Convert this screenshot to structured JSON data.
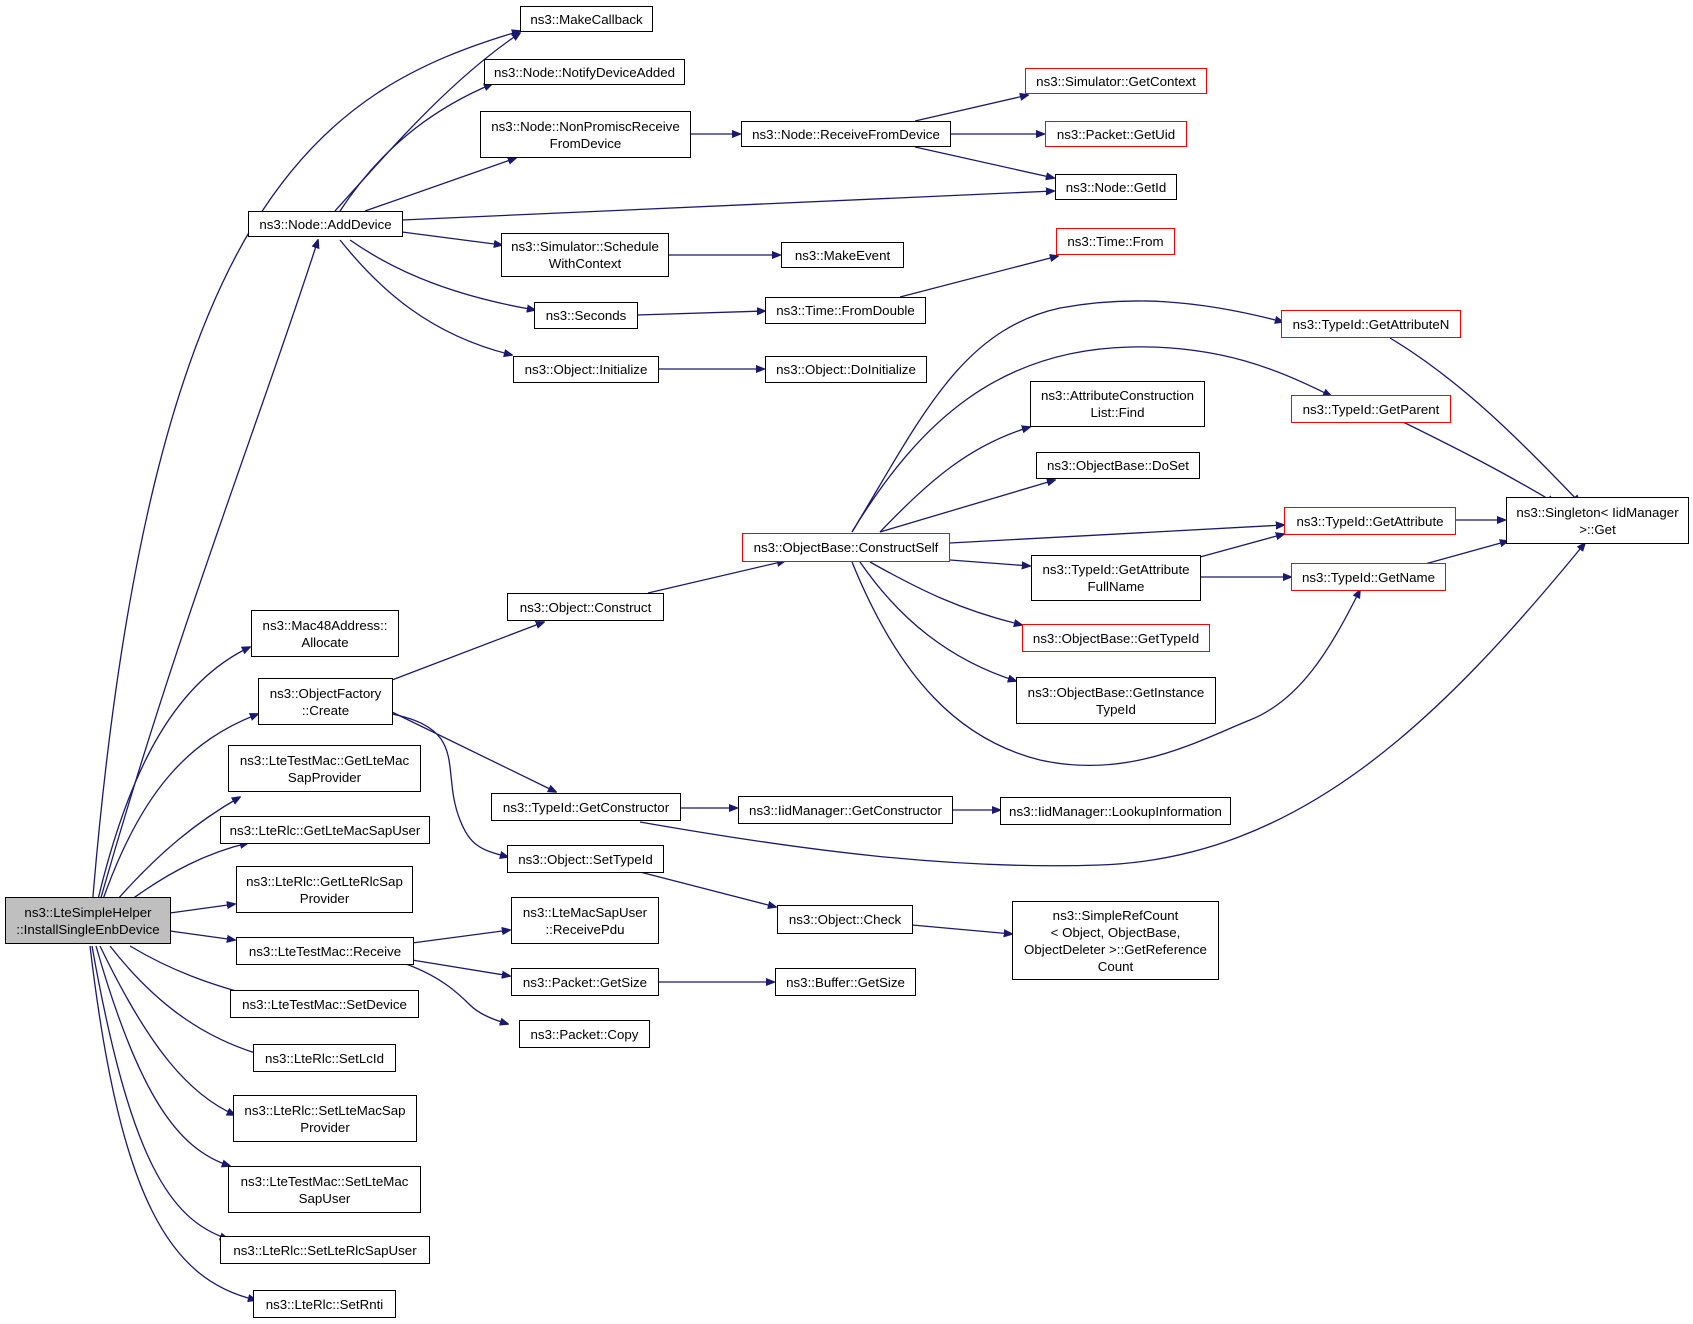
{
  "colors": {
    "edge": "#191970",
    "node_border": "#000000",
    "external_node_border": "#ff0000",
    "root_fill": "#bfbfbf",
    "node_fill": "#ffffff"
  },
  "nodes": {
    "root": "ns3::LteSimpleHelper\n::InstallSingleEnbDevice",
    "make_callback": "ns3::MakeCallback",
    "node_notify": "ns3::Node::NotifyDeviceAdded",
    "node_nonpromisc": "ns3::Node::NonPromiscReceive\nFromDevice",
    "node_receive": "ns3::Node::ReceiveFromDevice",
    "sim_getcontext": "ns3::Simulator::GetContext",
    "packet_getuid": "ns3::Packet::GetUid",
    "node_getid": "ns3::Node::GetId",
    "node_adddevice": "ns3::Node::AddDevice",
    "sim_schedule": "ns3::Simulator::Schedule\nWithContext",
    "make_event": "ns3::MakeEvent",
    "time_from": "ns3::Time::From",
    "seconds": "ns3::Seconds",
    "time_fromdouble": "ns3::Time::FromDouble",
    "obj_initialize": "ns3::Object::Initialize",
    "obj_doinitialize": "ns3::Object::DoInitialize",
    "typeid_getattrn": "ns3::TypeId::GetAttributeN",
    "typeid_getparent": "ns3::TypeId::GetParent",
    "attr_find": "ns3::AttributeConstruction\nList::Find",
    "ob_doset": "ns3::ObjectBase::DoSet",
    "typeid_getattr": "ns3::TypeId::GetAttribute",
    "singleton_get": "ns3::Singleton< IidManager\n>::Get",
    "ob_constructself": "ns3::ObjectBase::ConstructSelf",
    "typeid_getattrfull": "ns3::TypeId::GetAttribute\nFullName",
    "typeid_getname": "ns3::TypeId::GetName",
    "obj_construct": "ns3::Object::Construct",
    "ob_gettypeid": "ns3::ObjectBase::GetTypeId",
    "ob_getinstance": "ns3::ObjectBase::GetInstance\nTypeId",
    "mac48_allocate": "ns3::Mac48Address::\nAllocate",
    "objfactory_create": "ns3::ObjectFactory\n::Create",
    "ltetestmac_getsapprov": "ns3::LteTestMac::GetLteMac\nSapProvider",
    "typeid_getconstructor": "ns3::TypeId::GetConstructor",
    "iid_getconstructor": "ns3::IidManager::GetConstructor",
    "iid_lookup": "ns3::IidManager::LookupInformation",
    "ltrlc_getmacsapuser": "ns3::LteRlc::GetLteMacSapUser",
    "obj_settypeid": "ns3::Object::SetTypeId",
    "ltrlc_getrlcsapprov": "ns3::LteRlc::GetLteRlcSap\nProvider",
    "obj_check": "ns3::Object::Check",
    "simplerefcount": "ns3::SimpleRefCount\n< Object, ObjectBase,\nObjectDeleter >::GetReference\nCount",
    "ltemacsapuser_recv": "ns3::LteMacSapUser\n::ReceivePdu",
    "ltetestmac_receive": "ns3::LteTestMac::Receive",
    "packet_getsize": "ns3::Packet::GetSize",
    "buffer_getsize": "ns3::Buffer::GetSize",
    "ltetestmac_setdevice": "ns3::LteTestMac::SetDevice",
    "packet_copy": "ns3::Packet::Copy",
    "ltrlc_setlcid": "ns3::LteRlc::SetLcId",
    "ltrlc_setmacsapprov": "ns3::LteRlc::SetLteMacSap\nProvider",
    "ltetestmac_setmacsapuser": "ns3::LteTestMac::SetLteMac\nSapUser",
    "ltrlc_setrlcsapuser": "ns3::LteRlc::SetLteRlcSapUser",
    "ltrlc_setrnti": "ns3::LteRlc::SetRnti"
  }
}
